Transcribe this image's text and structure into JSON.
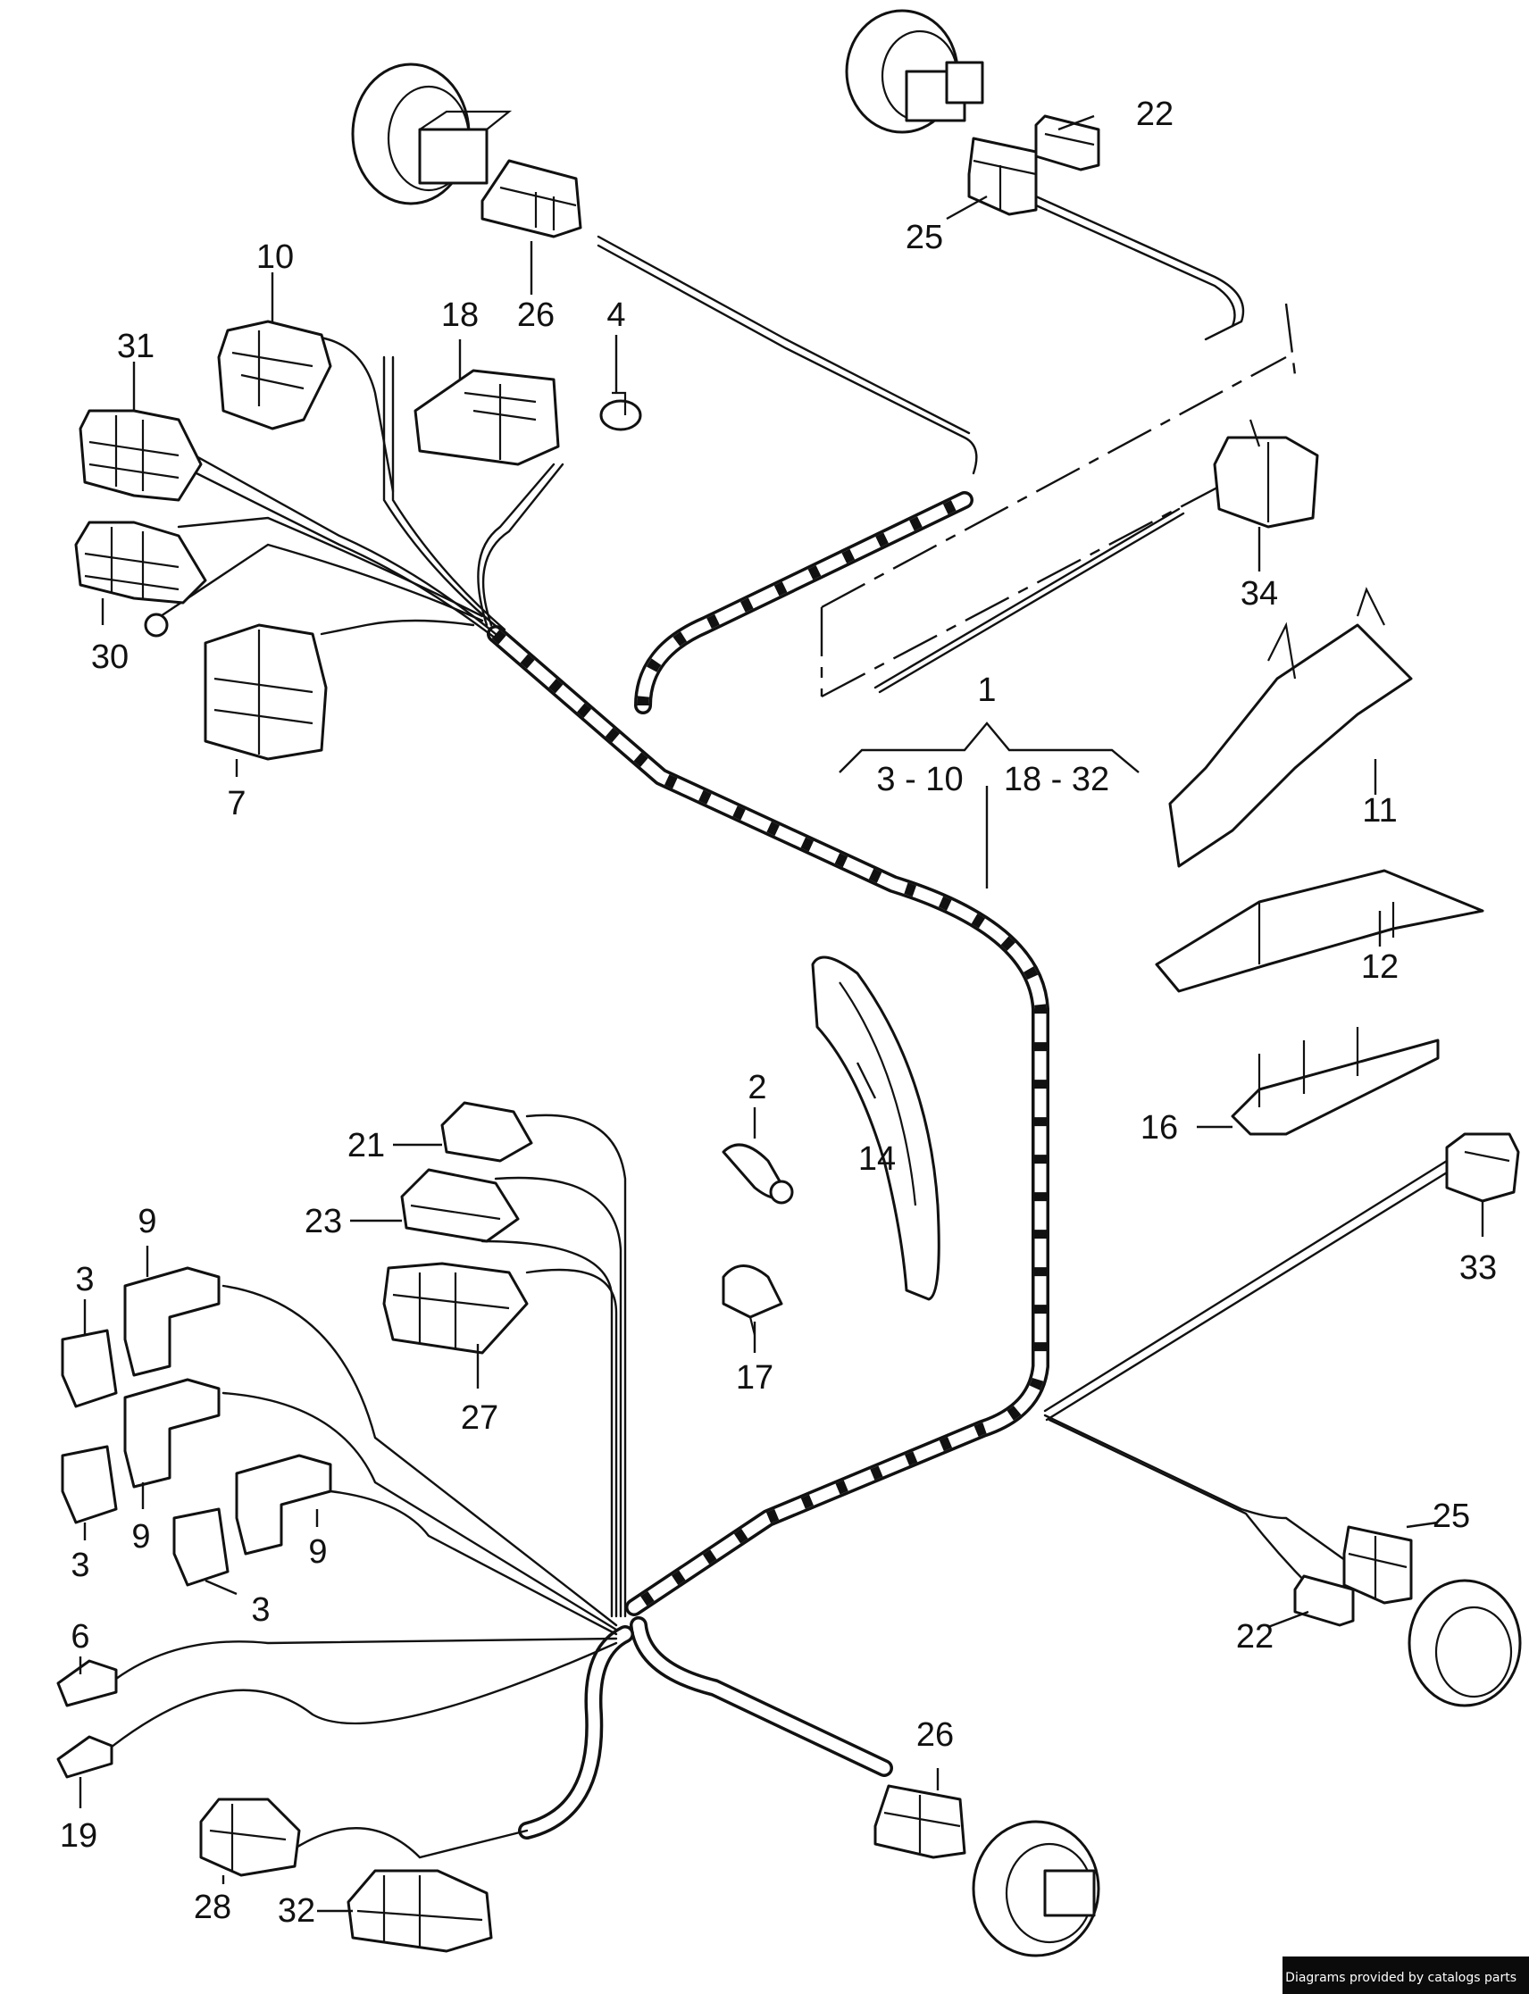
{
  "labels": {
    "group_total": "1",
    "group_left_range": "3 - 10",
    "group_right_range": "18 - 32",
    "c2": "2",
    "c3a": "3",
    "c3b": "3",
    "c3c": "3",
    "c4": "4",
    "c6": "6",
    "c7": "7",
    "c9a": "9",
    "c9b": "9",
    "c9c": "9",
    "c10": "10",
    "c11": "11",
    "c12": "12",
    "c14": "14",
    "c16": "16",
    "c17": "17",
    "c18": "18",
    "c19": "19",
    "c21": "21",
    "c22a": "22",
    "c22b": "22",
    "c23": "23",
    "c25a": "25",
    "c25b": "25",
    "c26a": "26",
    "c26b": "26",
    "c27": "27",
    "c28": "28",
    "c30": "30",
    "c31": "31",
    "c32": "32",
    "c33": "33",
    "c34": "34"
  },
  "credit": "Diagrams provided by catalogs parts"
}
